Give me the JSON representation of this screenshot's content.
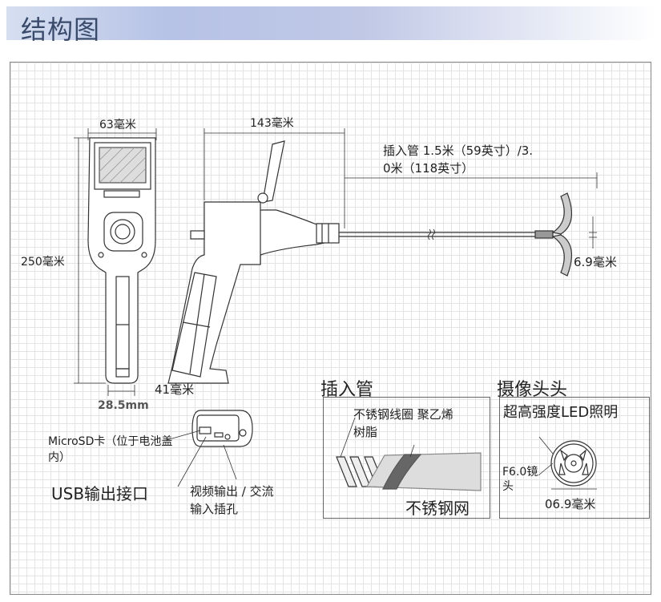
{
  "header": {
    "title": "结构图"
  },
  "front_view": {
    "width_label": "63毫米",
    "height_label": "250毫米",
    "handle_width_label": "28.5mm"
  },
  "side_view": {
    "length_label": "143毫米",
    "tube_label": "插入管 1.5米（59英寸）/3.0米（118英寸）",
    "tube_label_line1": "插入管 1.5米（59英寸）/3.",
    "tube_label_line2": "0米（118英寸）",
    "grip_label": "41毫米",
    "tip_label": "6.9毫米"
  },
  "ports": {
    "microsd": "MicroSD卡（位于电池盖内）",
    "microsd_line1": "MicroSD卡（位于电池盖",
    "microsd_line2": "内）",
    "usb": "USB输出接口",
    "av_line1": "视频输出 / 交流",
    "av_line2": "输入插孔"
  },
  "tube_panel": {
    "title": "插入管",
    "layers_line1": "不锈钢线圈 聚乙烯",
    "layers_line2": "树脂",
    "mesh": "不锈钢网"
  },
  "camera_panel": {
    "title": "摄像头头",
    "led": "超高强度LED照明",
    "lens_line1": "F6.0镜",
    "lens_line2": "头",
    "diameter": "06.9毫米"
  }
}
